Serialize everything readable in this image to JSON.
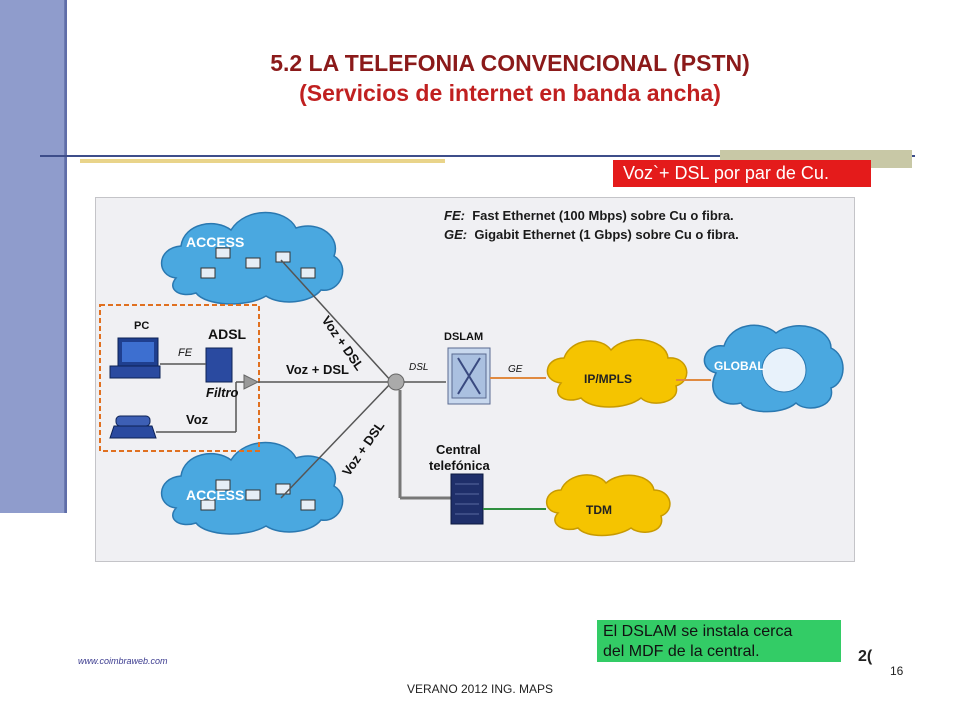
{
  "title": {
    "line1": "5.2 LA TELEFONIA CONVENCIONAL (PSTN)",
    "line2": "(Servicios de internet en banda ancha)"
  },
  "red_label": "Voz`+ DSL por par de Cu.",
  "diagram": {
    "legend": [
      {
        "abbr": "FE:",
        "text": "Fast Ethernet (100 Mbps) sobre Cu o fibra."
      },
      {
        "abbr": "GE:",
        "text": "Gigabit Ethernet (1 Gbps) sobre Cu o fibra."
      }
    ],
    "labels": {
      "access": "ACCESS",
      "pc": "PC",
      "fe": "FE",
      "adsl": "ADSL",
      "filtro": "Filtro",
      "voz": "Voz",
      "voz_dsl": "Voz + DSL",
      "dsl": "DSL",
      "dslam": "DSLAM",
      "ge": "GE",
      "ip_mpls": "IP/MPLS",
      "global": "GLOBAL",
      "central": "Central",
      "telefonica": "telefónica",
      "tdm": "TDM"
    }
  },
  "green_box": {
    "line1": "El DSLAM se instala cerca",
    "line2": "del MDF de la central."
  },
  "website": "www.coimbraweb.com",
  "page_partial": "2(",
  "page_number": "16",
  "footer": "VERANO 2012 ING. MAPS",
  "colors": {
    "title": "#8b1a1a",
    "sidebar": "#8f9ccc",
    "red_label": "#e41b1b",
    "green_box": "#33cc66",
    "cloud_blue": "#4aa8e0",
    "cloud_yellow": "#f5c400",
    "filter_box_border": "#e07020"
  }
}
